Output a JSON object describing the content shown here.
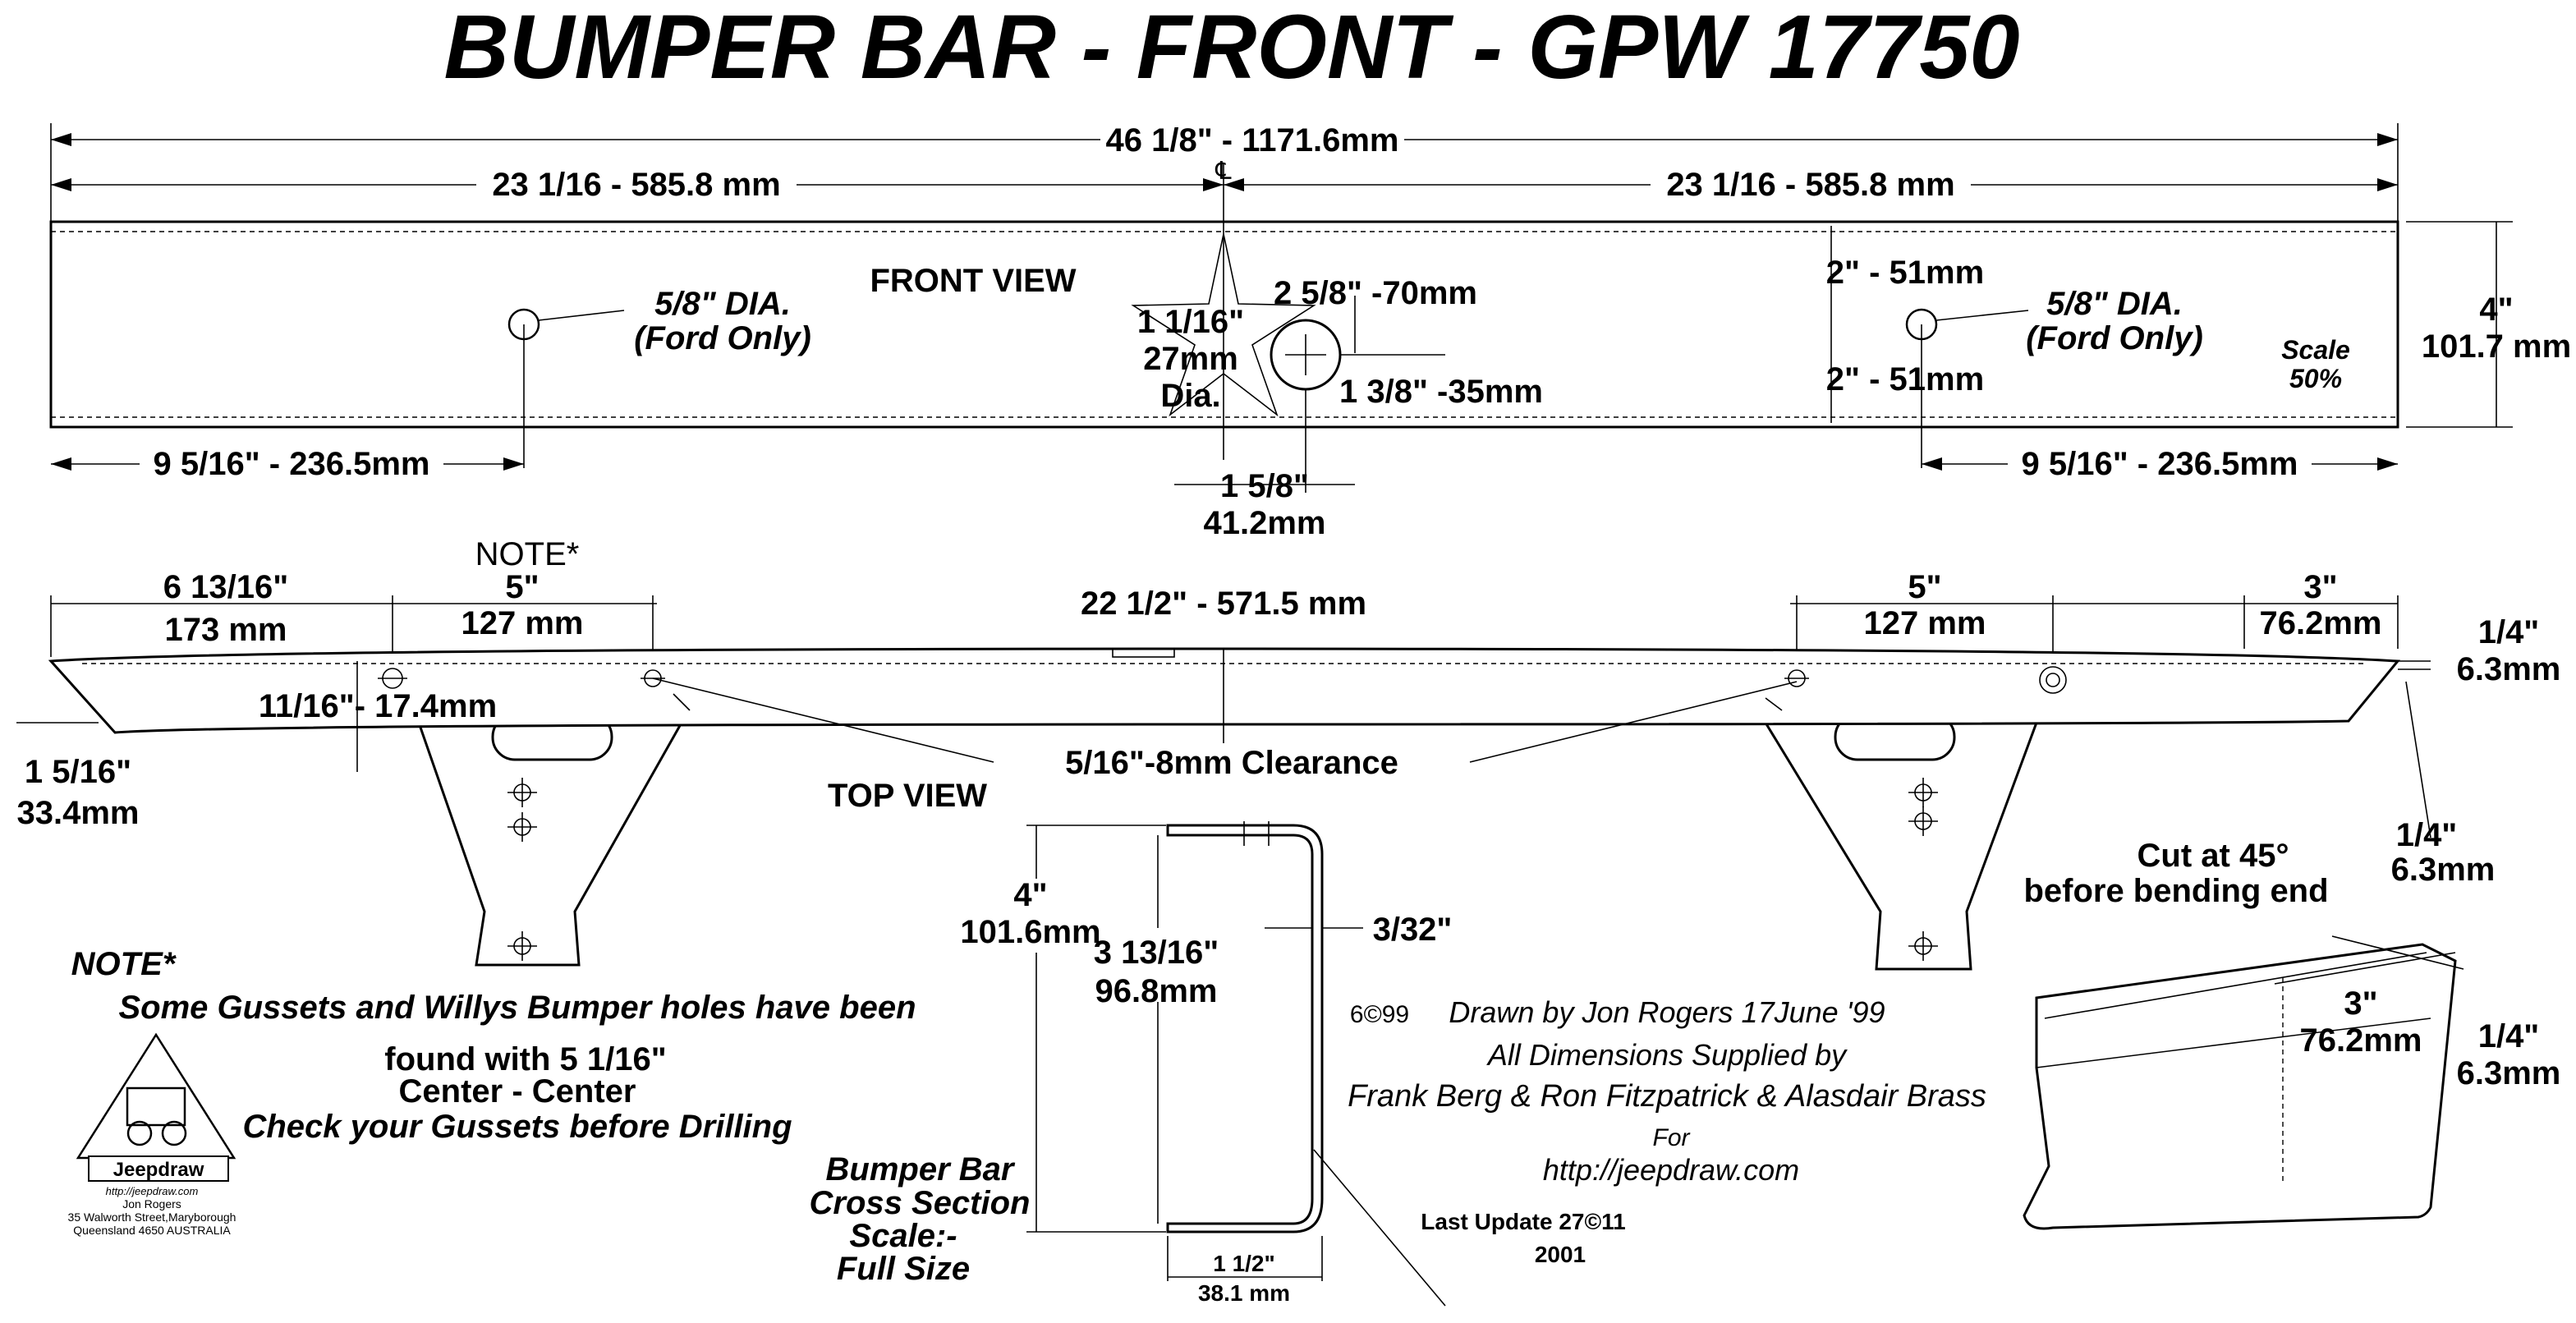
{
  "title": "BUMPER  BAR - FRONT - GPW 17750",
  "front_view": {
    "label": "FRONT VIEW",
    "overall": "46 1/8\" -  1171.6mm",
    "half_left": "23 1/16  -  585.8 mm",
    "half_right": "23 1/16 -  585.8 mm",
    "centerline": "℄",
    "hole_left_dia_1": "5/8\" DIA.",
    "hole_left_dia_2": "(Ford Only)",
    "hole_right_dia_1": "5/8\" DIA.",
    "hole_right_dia_2": "(Ford Only)",
    "hole_offset_left": "9 5/16\" - 236.5mm",
    "hole_offset_right": "9 5/16\" - 236.5mm",
    "center_hole_1": "1 1/16\"",
    "center_hole_2": "27mm",
    "center_hole_3": "Dia.",
    "center_hole_x": "2 5/8\"  -70mm",
    "center_hole_y": "1 3/8\"  -35mm",
    "center_hole_spacing_1": "1 5/8\"",
    "center_hole_spacing_2": "41.2mm",
    "upper_half_height": "2\" - 51mm",
    "lower_half_height": "2\" - 51mm",
    "height_1": "4\"",
    "height_2": "101.7 mm",
    "scale_1": "Scale",
    "scale_2": "50%"
  },
  "top_view": {
    "label": "TOP VIEW",
    "note_marker": "NOTE*",
    "left_end_1": "6 13/16\"",
    "left_end_2": "173 mm",
    "gusset_left_1": "5\"",
    "gusset_left_2": "127 mm",
    "middle": "22 1/2\"  -  571.5 mm",
    "gusset_right_1": "5\"",
    "gusset_right_2": "127 mm",
    "right_end_1": "3\"",
    "right_end_2": "76.2mm",
    "thickness_1": "1/4\"",
    "thickness_2": "6.3mm",
    "hole_offset": "11/16\"- 17.4mm",
    "end_depth_1": "1 5/16\"",
    "end_depth_2": "33.4mm",
    "clearance": "5/16\"-8mm Clearance",
    "bend_1": "1/4\"",
    "bend_2": "6.3mm",
    "cut_1": "Cut at 45°",
    "cut_2": "before bending end"
  },
  "cross_section": {
    "height_1": "4\"",
    "height_2": "101.6mm",
    "inner_1": "3 13/16\"",
    "inner_2": "96.8mm",
    "thickness": "3/32\"",
    "flange_1": "1 1/2\"",
    "flange_2": "38.1 mm",
    "label_1": "Bumper Bar",
    "label_2": "Cross Section",
    "label_3": "Scale:-",
    "label_4": "Full Size"
  },
  "end_detail": {
    "length_1": "3\"",
    "length_2": "76.2mm",
    "thick_1": "1/4\"",
    "thick_2": "6.3mm"
  },
  "note": {
    "heading": "NOTE*",
    "line_1": "Some Gussets and Willys Bumper holes have been",
    "line_2": "found with  5 1/16\"",
    "line_3": "Center - Center",
    "line_4": "Check your Gussets before Drilling"
  },
  "credits": {
    "copyright_1": "6©99",
    "drawn_by": "Drawn by Jon Rogers 17June '99",
    "supplied_by": "All Dimensions Supplied by",
    "names": "Frank Berg & Ron Fitzpatrick & Alasdair Brass",
    "for": "For",
    "url": "http://jeepdraw.com",
    "last_update": "Last Update 27©11",
    "year": "2001"
  },
  "logo": {
    "name": "Jeepdraw",
    "url": "http://jeepdraw.com",
    "author": "Jon Rogers",
    "address_1": "35 Walworth Street,Maryborough",
    "address_2": "Queensland 4650   AUSTRALIA"
  }
}
